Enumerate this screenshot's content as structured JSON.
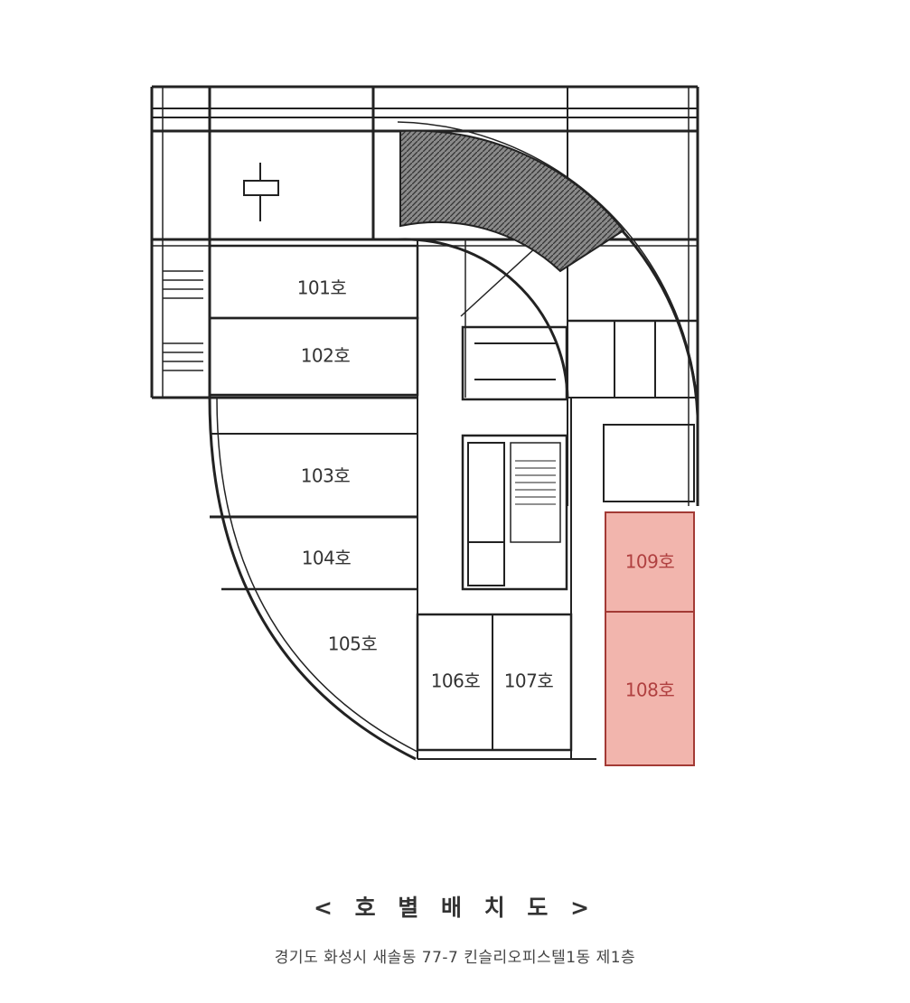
{
  "diagram": {
    "title": "< 호 별 배 치 도 >",
    "address": "경기도 화성시 새솔동 77-7 킨슬리오피스텔1동 제1층",
    "highlight_color": "#f2b5ad",
    "highlight_border": "#a33a35",
    "units": [
      {
        "id": "101",
        "label": "101호",
        "highlighted": false
      },
      {
        "id": "102",
        "label": "102호",
        "highlighted": false
      },
      {
        "id": "103",
        "label": "103호",
        "highlighted": false
      },
      {
        "id": "104",
        "label": "104호",
        "highlighted": false
      },
      {
        "id": "105",
        "label": "105호",
        "highlighted": false
      },
      {
        "id": "106",
        "label": "106호",
        "highlighted": false
      },
      {
        "id": "107",
        "label": "107호",
        "highlighted": false
      },
      {
        "id": "108",
        "label": "108호",
        "highlighted": true
      },
      {
        "id": "109",
        "label": "109호",
        "highlighted": true
      }
    ]
  }
}
